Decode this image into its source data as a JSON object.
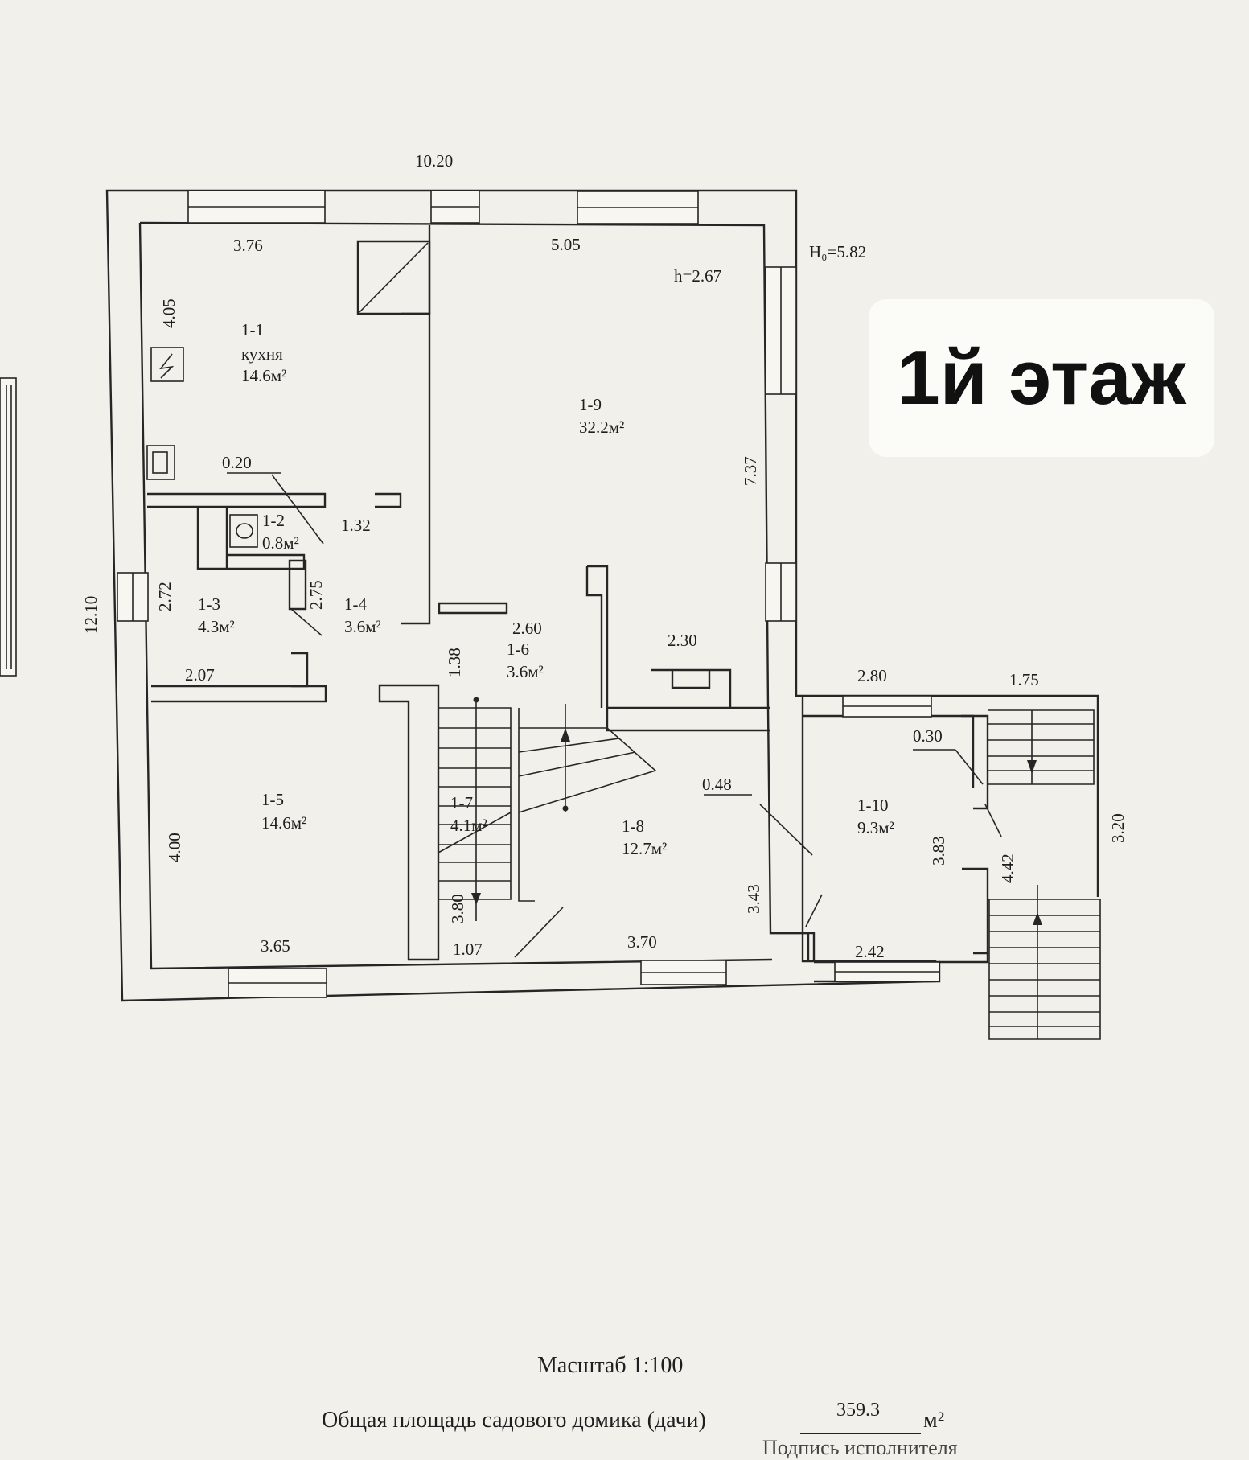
{
  "floor_badge": "1й этаж",
  "plan": {
    "height_total": "Н₀=5.82",
    "ceiling_height": "h=2.67",
    "rooms": [
      {
        "id": "1-1",
        "name": "кухня",
        "area": "14.6м²"
      },
      {
        "id": "1-2",
        "area": "0.8м²"
      },
      {
        "id": "1-3",
        "area": "4.3м²"
      },
      {
        "id": "1-4",
        "area": "3.6м²"
      },
      {
        "id": "1-5",
        "area": "14.6м²"
      },
      {
        "id": "1-6",
        "area": "3.6м²"
      },
      {
        "id": "1-7",
        "area": "4.1м²"
      },
      {
        "id": "1-8",
        "area": "12.7м²"
      },
      {
        "id": "1-9",
        "area": "32.2м²"
      },
      {
        "id": "1-10",
        "area": "9.3м²"
      }
    ],
    "dimensions": [
      "10.20",
      "3.76",
      "5.05",
      "4.05",
      "0.20",
      "1.32",
      "2.72",
      "2.75",
      "12.10",
      "2.07",
      "2.60",
      "1.38",
      "2.30",
      "7.37",
      "2.80",
      "1.75",
      "0.30",
      "0.48",
      "3.83",
      "4.42",
      "3.20",
      "4.00",
      "3.65",
      "3.80",
      "1.07",
      "3.70",
      "3.43",
      "2.42"
    ]
  },
  "footer": {
    "scale": "Масштаб 1:100",
    "area_label": "Общая площадь садового домика (дачи)",
    "area_value": "359.3",
    "area_unit": "м²",
    "signer_label": "Подпись исполнителя"
  }
}
